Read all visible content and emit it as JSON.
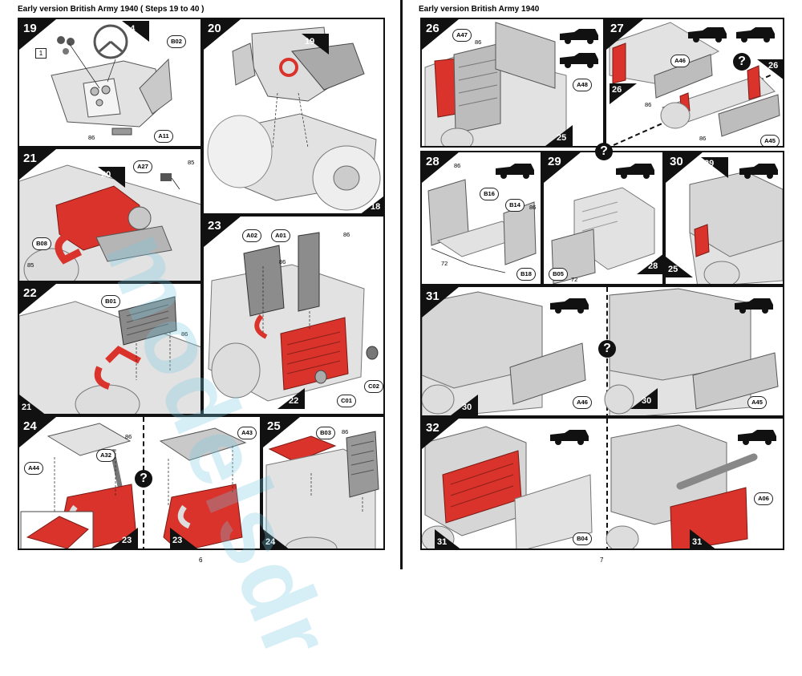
{
  "left_page": {
    "header": "Early version British Army 1940 ( Steps 19 to 40 )",
    "page_number": "6",
    "steps": {
      "s19": {
        "number": "19",
        "box_label": "1",
        "parts": [
          "B02",
          "A11"
        ],
        "numbers": [
          "86"
        ],
        "from_step": "14"
      },
      "s20": {
        "number": "20",
        "from_steps": [
          "19",
          "18"
        ]
      },
      "s21": {
        "number": "21",
        "parts": [
          "A27",
          "B08"
        ],
        "numbers": [
          "85",
          "85"
        ],
        "from_step": "20"
      },
      "s22": {
        "number": "22",
        "parts": [
          "B01"
        ],
        "numbers": [
          "86"
        ],
        "from_step": "21"
      },
      "s23": {
        "number": "23",
        "parts": [
          "A02",
          "A01",
          "C01",
          "C02"
        ],
        "numbers": [
          "86",
          "86"
        ],
        "from_step": "22"
      },
      "s24": {
        "number": "24",
        "parts": [
          "A44",
          "A32",
          "A43"
        ],
        "numbers": [
          "86"
        ],
        "from_steps": [
          "23",
          "23"
        ],
        "question_mark": "?"
      },
      "s25": {
        "number": "25",
        "parts": [
          "B03"
        ],
        "numbers": [
          "86"
        ],
        "from_step": "24"
      }
    }
  },
  "right_page": {
    "header": "Early version British Army 1940",
    "page_number": "7",
    "steps": {
      "s26": {
        "number": "26",
        "parts": [
          "A47",
          "A48"
        ],
        "numbers": [
          "86"
        ],
        "from_step": "25"
      },
      "s27": {
        "number": "27",
        "parts": [
          "A46",
          "A45"
        ],
        "numbers": [
          "86",
          "86"
        ],
        "from_steps": [
          "26",
          "26"
        ],
        "question_mark": "?"
      },
      "s28": {
        "number": "28",
        "parts": [
          "B16",
          "B14",
          "B18"
        ],
        "numbers": [
          "86",
          "86",
          "72"
        ]
      },
      "s29": {
        "number": "29",
        "parts": [
          "B05"
        ],
        "numbers": [
          "72"
        ],
        "from_step": "28"
      },
      "s30": {
        "number": "30",
        "from_steps": [
          "29",
          "25"
        ]
      },
      "s31": {
        "number": "31",
        "parts": [
          "A46",
          "A45"
        ],
        "from_steps": [
          "30",
          "30"
        ],
        "question_mark": "?"
      },
      "s32": {
        "number": "32",
        "parts": [
          "B04",
          "A06"
        ],
        "from_steps": [
          "31",
          "31"
        ]
      }
    },
    "center_question_mark": "?"
  },
  "watermark": "modelsdr",
  "colors": {
    "highlight_red": "#d9332b",
    "part_grey": "#c9c9c9",
    "frame_black": "#111111"
  }
}
